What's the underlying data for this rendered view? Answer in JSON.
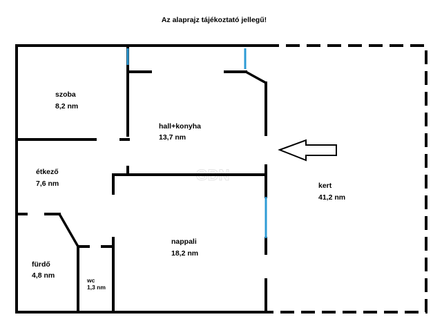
{
  "note": "Az alaprajz tájékoztató jellegű!",
  "watermark": "GDN",
  "rooms": {
    "szoba": {
      "name": "szoba",
      "area": "8,2 nm"
    },
    "hall": {
      "name": "hall+konyha",
      "area": "13,7 nm"
    },
    "etkezo": {
      "name": "étkező",
      "area": "7,6 nm"
    },
    "kert": {
      "name": "kert",
      "area": "41,2 nm"
    },
    "nappali": {
      "name": "nappali",
      "area": "18,2 nm"
    },
    "furdo": {
      "name": "fürdő",
      "area": "4,8 nm"
    },
    "wc": {
      "name": "wc",
      "area": "1,3 nm"
    }
  },
  "colors": {
    "wall": "#000000",
    "window": "#2e9bd6"
  },
  "icons": {
    "entrance": "entrance-arrow-icon"
  }
}
